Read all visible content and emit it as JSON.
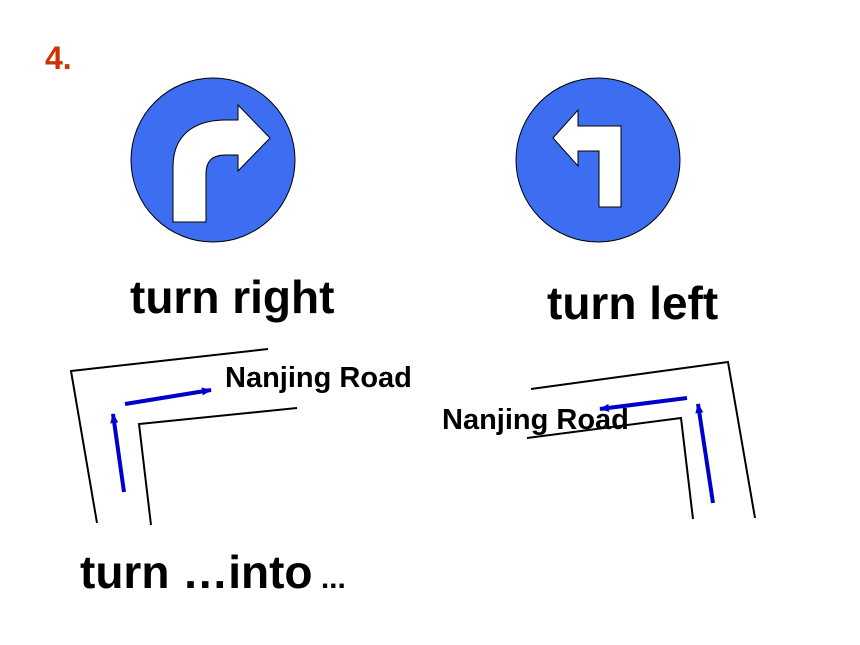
{
  "item_number": "4.",
  "signs": {
    "right": {
      "icon": "turn-right-arrow-icon",
      "color": "#3d6df0"
    },
    "left": {
      "icon": "turn-left-arrow-icon",
      "color": "#3d6df0"
    }
  },
  "captions": {
    "turn_right": "turn right",
    "turn_left": "turn left",
    "turn_into_main": "turn …into",
    "turn_into_dots": " ..."
  },
  "road_labels": {
    "left_diagram": "Nanjing Road",
    "right_diagram": "Nanjing Road"
  },
  "colors": {
    "item_number": "#cc3300",
    "arrow": "#0000cc",
    "sign_fill": "#3d6df0"
  }
}
